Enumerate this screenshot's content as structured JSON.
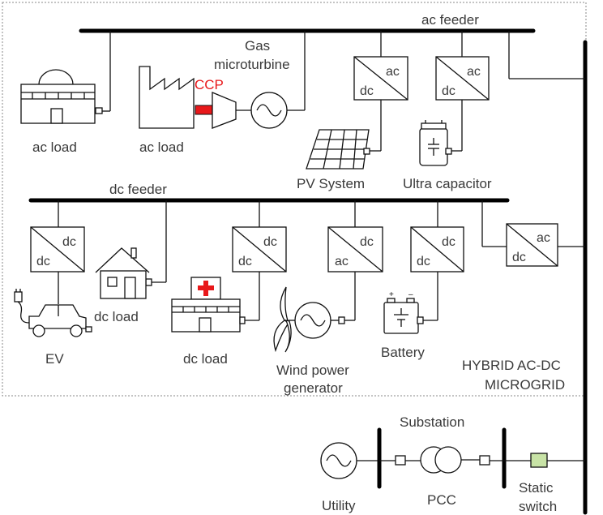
{
  "labels": {
    "ac_feeder": "ac feeder",
    "gas_microturbine_1": "Gas",
    "gas_microturbine_2": "microturbine",
    "ccp": "CCP",
    "ac_load_1": "ac load",
    "ac_load_2": "ac load",
    "pv_system": "PV System",
    "ultra_capacitor": "Ultra capacitor",
    "dc_feeder": "dc feeder",
    "dc_load_1": "dc load",
    "dc_load_2": "dc load",
    "ev": "EV",
    "wind_1": "Wind power",
    "wind_2": "generator",
    "battery": "Battery",
    "hybrid_1": "HYBRID AC-DC",
    "hybrid_2": "MICROGRID",
    "substation": "Substation",
    "utility": "Utility",
    "pcc": "PCC",
    "static_1": "Static",
    "static_2": "switch"
  },
  "converters": {
    "pv": {
      "top": "ac",
      "bottom": "dc"
    },
    "ultracap": {
      "top": "ac",
      "bottom": "dc"
    },
    "ev": {
      "top": "dc",
      "bottom": "dc"
    },
    "hospital": {
      "top": "dc",
      "bottom": "dc"
    },
    "wind": {
      "top": "dc",
      "bottom": "ac"
    },
    "battery": {
      "top": "dc",
      "bottom": "dc"
    },
    "interlink": {
      "top": "ac",
      "bottom": "dc"
    }
  },
  "colors": {
    "ccp": "#e8181a",
    "static_switch": "#c8e3a6"
  }
}
